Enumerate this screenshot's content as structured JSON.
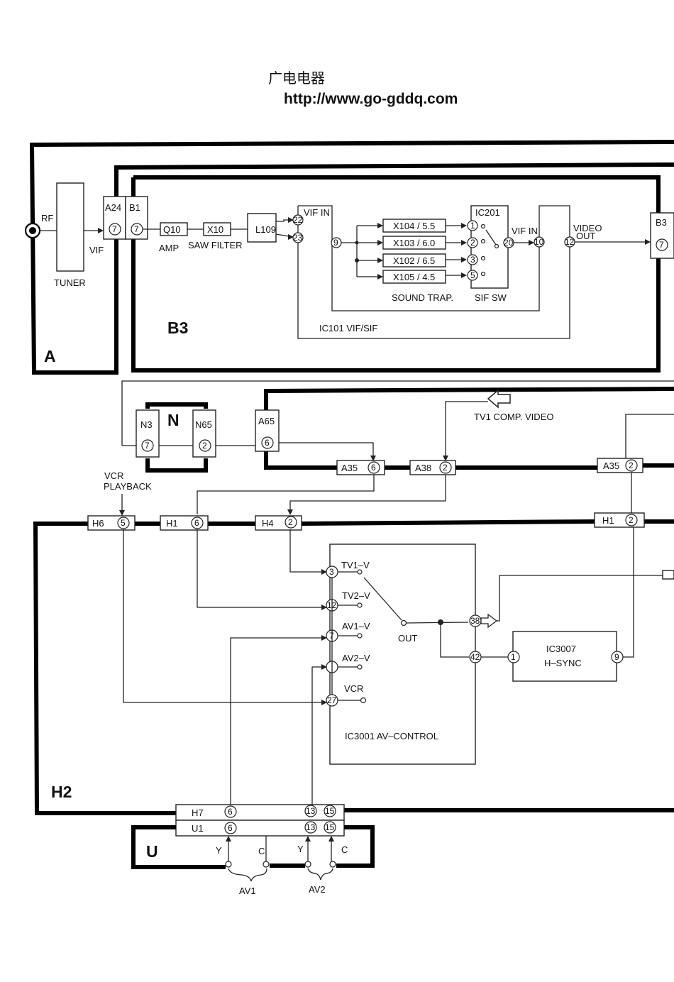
{
  "header": {
    "site_name": "广电电器",
    "site_url": "http://www.go-gddq.com"
  },
  "boards": {
    "A": "A",
    "B3": "B3",
    "N": "N",
    "H2": "H2",
    "U": "U"
  },
  "tuner": {
    "rf": "RF",
    "label": "TUNER",
    "vif": "VIF"
  },
  "connectors": {
    "A24": {
      "label": "A24",
      "pin": "7"
    },
    "B1": {
      "label": "B1",
      "pin": "7"
    },
    "B3_out": {
      "label": "B3",
      "pin": "7"
    },
    "N3": {
      "label": "N3",
      "pin": "7"
    },
    "N65": {
      "label": "N65",
      "pin": "2"
    },
    "A65": {
      "label": "A65",
      "pin": "6"
    },
    "A35_left": {
      "label": "A35",
      "pin": "6"
    },
    "A38": {
      "label": "A38",
      "pin": "2"
    },
    "A35_right": {
      "label": "A35",
      "pin": "2"
    },
    "H6": {
      "label": "H6",
      "pin": "5"
    },
    "H1_left": {
      "label": "H1",
      "pin": "6"
    },
    "H4": {
      "label": "H4",
      "pin": "2"
    },
    "H1_right": {
      "label": "H1",
      "pin": "2"
    },
    "H7": {
      "label": "H7",
      "pins": [
        "6",
        "13",
        "15"
      ]
    },
    "U1": {
      "label": "U1",
      "pins": [
        "6",
        "13",
        "15"
      ]
    }
  },
  "if_stage": {
    "q10": "Q10",
    "x10": "X10",
    "l109": "L109",
    "amp": "AMP",
    "saw_filter": "SAW FILTER",
    "vif_in": "VIF IN",
    "pins": [
      "22",
      "23",
      "9",
      "20",
      "10",
      "12"
    ],
    "video_out_line1": "VIDEO",
    "video_out_line2": "OUT",
    "vif_in_2": "VIF IN",
    "ic101": "IC101   VIF/SIF"
  },
  "sound_traps": {
    "items": [
      "X104 / 5.5",
      "X103 / 6.0",
      "X102 / 6.5",
      "X105 / 4.5"
    ],
    "label": "SOUND TRAP."
  },
  "ic201": {
    "label": "IC201",
    "pins": [
      "1",
      "2",
      "3",
      "5"
    ],
    "sif_sw": "SIF SW"
  },
  "tv1_comp_video": "TV1   COMP. VIDEO",
  "vcr_playback": [
    "VCR",
    "PLAYBACK"
  ],
  "ic3001": {
    "label": "IC3001   AV–CONTROL",
    "inputs": [
      {
        "pin": "3",
        "label": "TV1–V"
      },
      {
        "pin": "12",
        "label": "TV2–V"
      },
      {
        "pin": "7",
        "label": "AV1–V"
      },
      {
        "pin": "",
        "label": "AV2–V"
      },
      {
        "pin": "27",
        "label": "VCR"
      }
    ],
    "out": "OUT",
    "out_pins": [
      "38",
      "42"
    ]
  },
  "ic3007": {
    "label": "IC3007",
    "sub": "H–SYNC",
    "pins": [
      "1",
      "9"
    ]
  },
  "av_inputs": {
    "y": "Y",
    "c": "C",
    "av1": "AV1",
    "av2": "AV2"
  }
}
